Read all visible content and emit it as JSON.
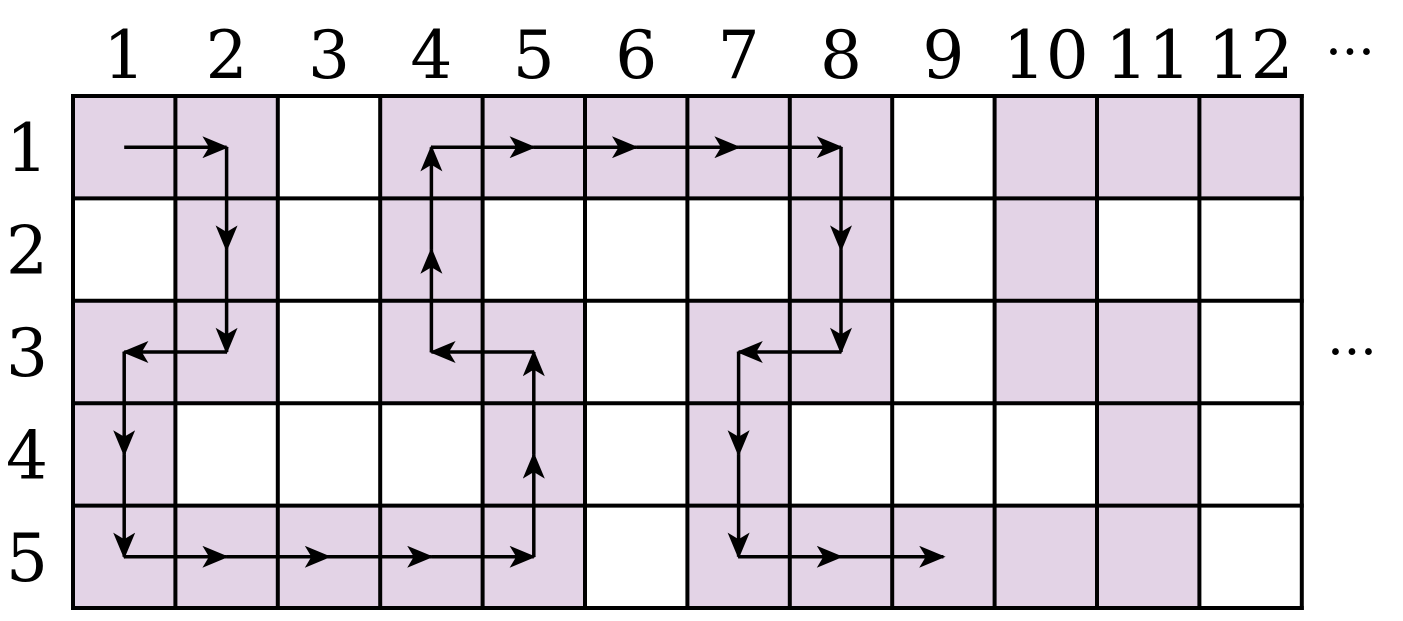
{
  "column_labels": [
    "1",
    "2",
    "3",
    "4",
    "5",
    "6",
    "7",
    "8",
    "9",
    "10",
    "11",
    "12"
  ],
  "row_labels": [
    "1",
    "2",
    "3",
    "4",
    "5"
  ],
  "ellipsis_top": "···",
  "ellipsis_right": "···",
  "colors": {
    "shaded": "#e3d3e6",
    "grid": "#000000",
    "arrow": "#000000",
    "background": "#ffffff"
  },
  "shaded_cells": [
    [
      1,
      1
    ],
    [
      1,
      2
    ],
    [
      1,
      4
    ],
    [
      1,
      5
    ],
    [
      1,
      6
    ],
    [
      1,
      7
    ],
    [
      1,
      8
    ],
    [
      1,
      10
    ],
    [
      1,
      11
    ],
    [
      1,
      12
    ],
    [
      2,
      2
    ],
    [
      2,
      4
    ],
    [
      2,
      8
    ],
    [
      2,
      10
    ],
    [
      3,
      1
    ],
    [
      3,
      2
    ],
    [
      3,
      4
    ],
    [
      3,
      5
    ],
    [
      3,
      7
    ],
    [
      3,
      8
    ],
    [
      3,
      10
    ],
    [
      3,
      11
    ],
    [
      4,
      1
    ],
    [
      4,
      5
    ],
    [
      4,
      7
    ],
    [
      4,
      11
    ],
    [
      5,
      1
    ],
    [
      5,
      2
    ],
    [
      5,
      3
    ],
    [
      5,
      4
    ],
    [
      5,
      5
    ],
    [
      5,
      7
    ],
    [
      5,
      8
    ],
    [
      5,
      9
    ],
    [
      5,
      10
    ],
    [
      5,
      11
    ]
  ],
  "paths": [
    [
      [
        1,
        1
      ],
      [
        1,
        2
      ],
      [
        2,
        2
      ],
      [
        3,
        2
      ],
      [
        3,
        1
      ],
      [
        4,
        1
      ],
      [
        5,
        1
      ],
      [
        5,
        2
      ],
      [
        5,
        3
      ],
      [
        5,
        4
      ],
      [
        5,
        5
      ],
      [
        4,
        5
      ],
      [
        3,
        5
      ],
      [
        3,
        4
      ],
      [
        2,
        4
      ],
      [
        1,
        4
      ],
      [
        1,
        5
      ],
      [
        1,
        6
      ],
      [
        1,
        7
      ],
      [
        1,
        8
      ],
      [
        2,
        8
      ],
      [
        3,
        8
      ],
      [
        3,
        7
      ],
      [
        4,
        7
      ],
      [
        5,
        7
      ],
      [
        5,
        8
      ],
      [
        5,
        9
      ]
    ]
  ]
}
